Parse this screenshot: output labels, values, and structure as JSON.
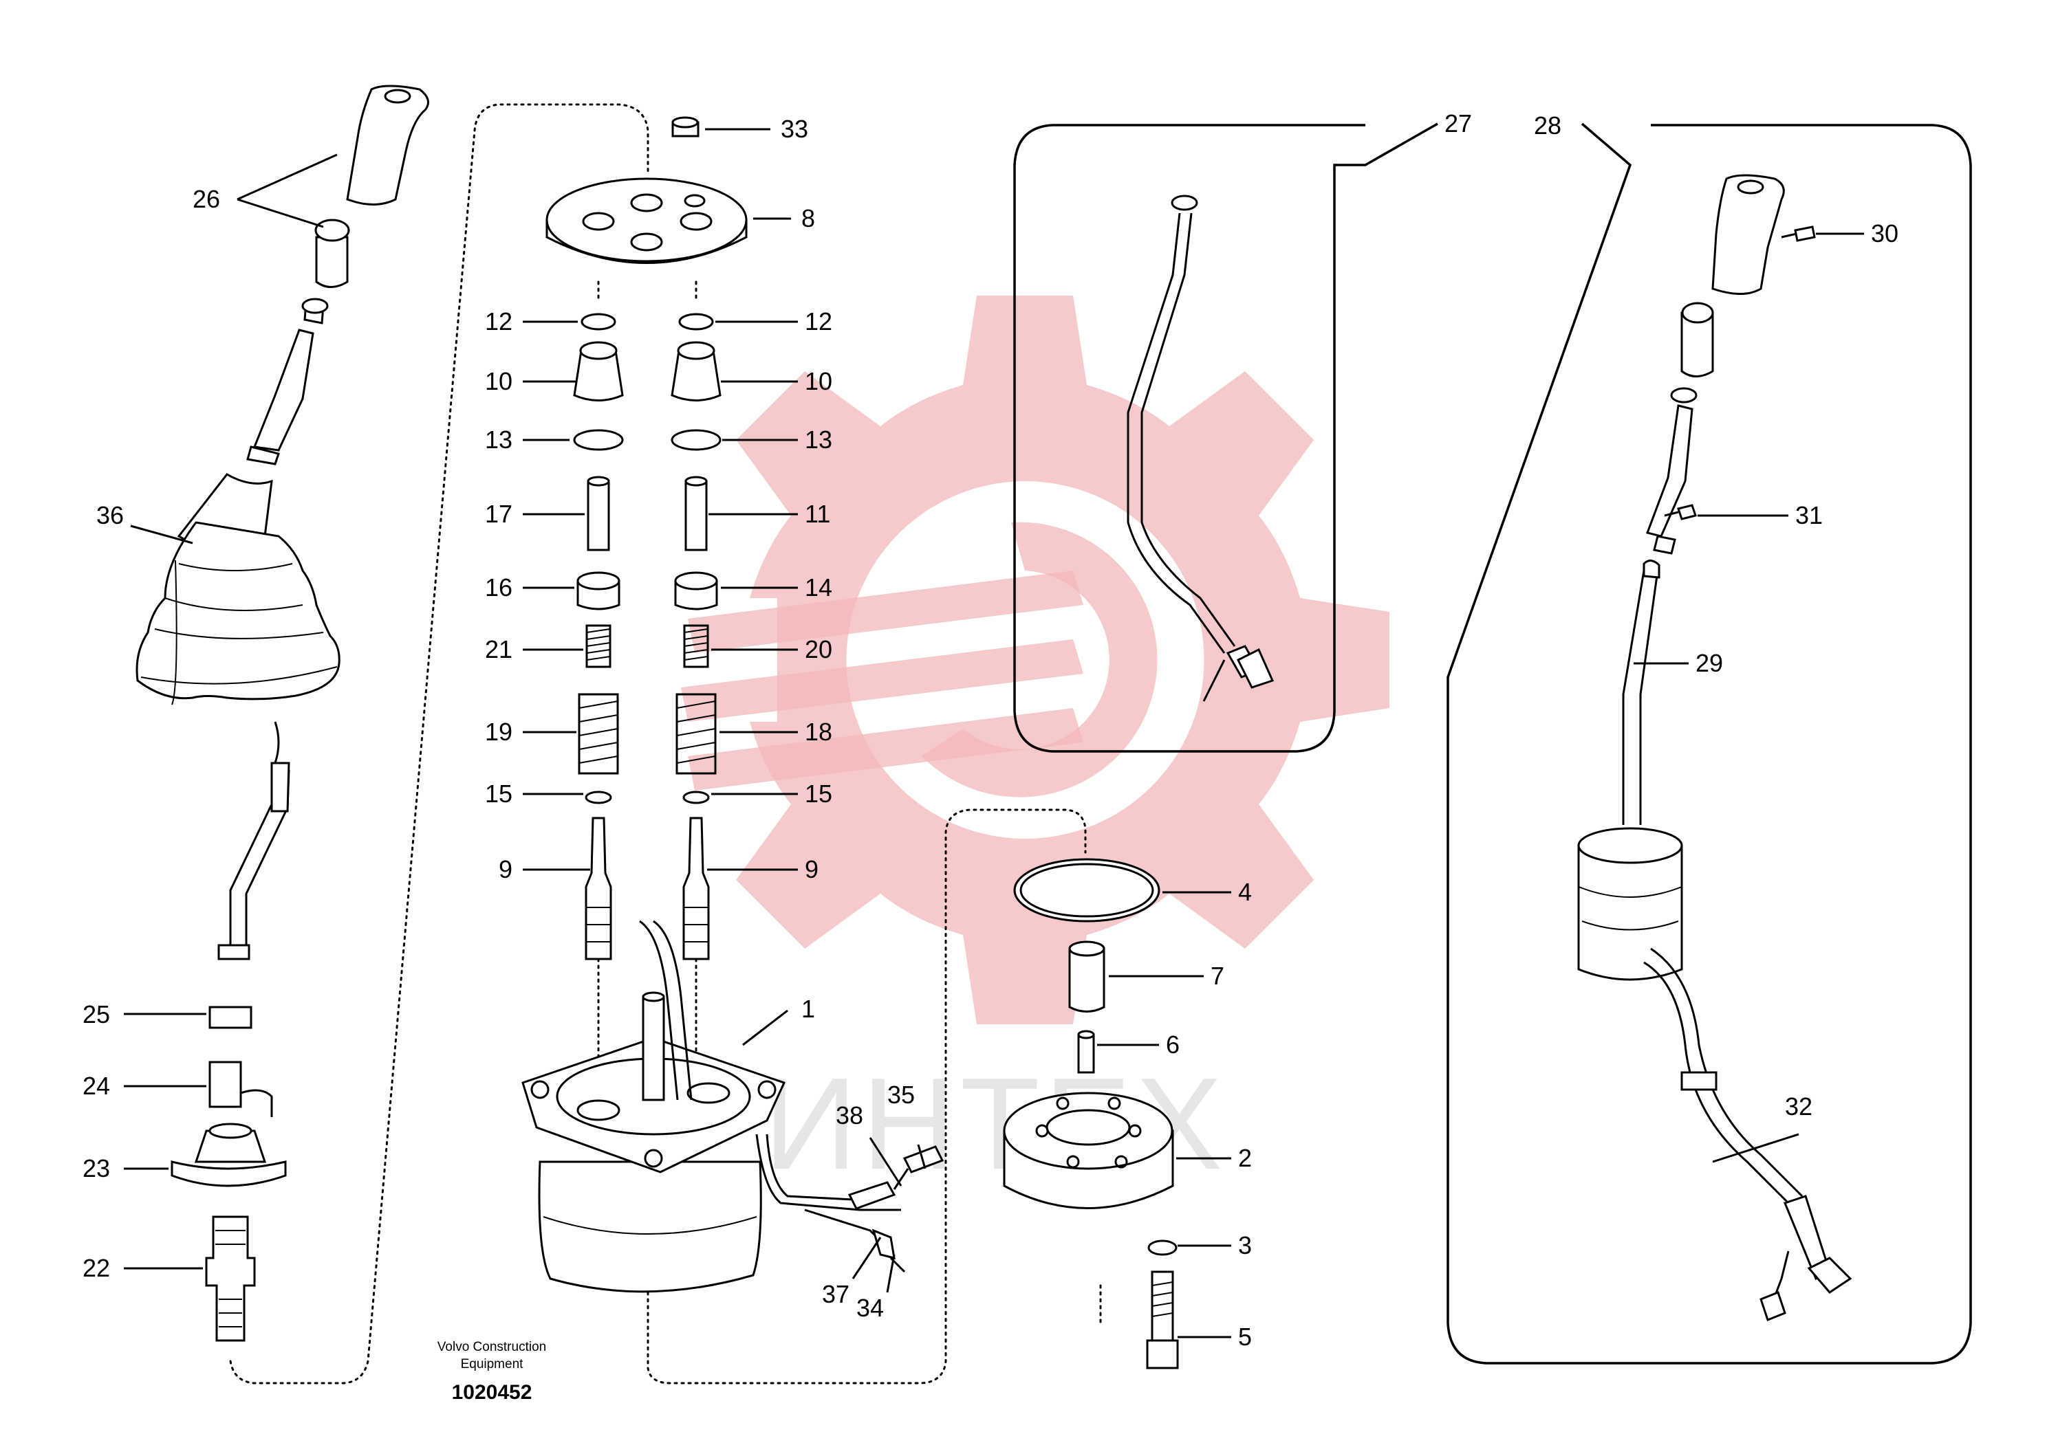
{
  "diagram": {
    "watermark_text": "ИНТЕХ",
    "caption": {
      "line1": "Volvo Construction",
      "line2": "Equipment",
      "doc_number": "1020452"
    },
    "callouts": [
      "1",
      "2",
      "3",
      "4",
      "5",
      "6",
      "7",
      "8",
      "9",
      "9",
      "10",
      "10",
      "11",
      "12",
      "12",
      "13",
      "13",
      "14",
      "15",
      "15",
      "16",
      "17",
      "18",
      "19",
      "20",
      "21",
      "22",
      "23",
      "24",
      "25",
      "26",
      "27",
      "28",
      "29",
      "30",
      "31",
      "32",
      "33",
      "34",
      "35",
      "36",
      "37",
      "38"
    ]
  }
}
